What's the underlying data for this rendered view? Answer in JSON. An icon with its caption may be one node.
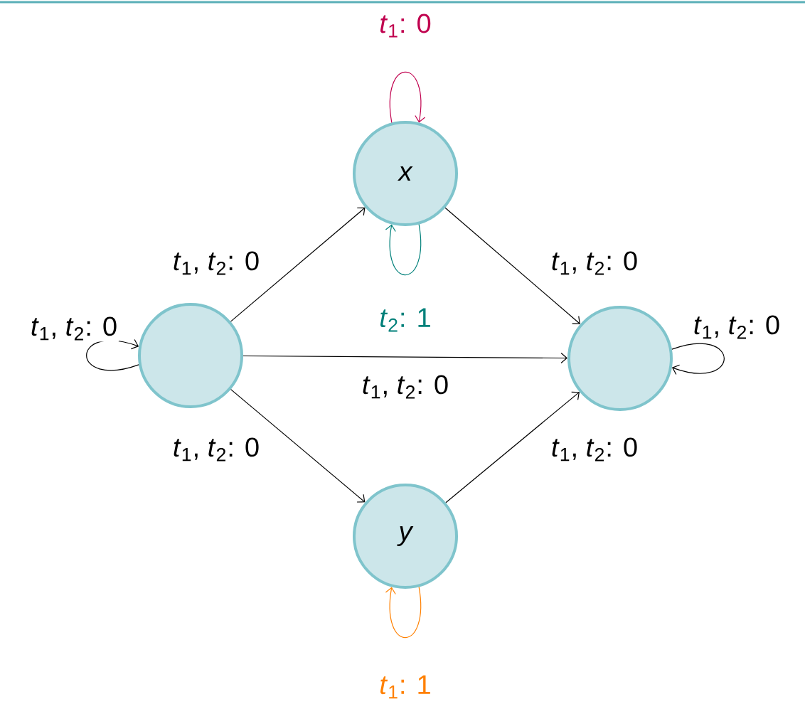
{
  "diagram": {
    "nodes": [
      {
        "text": [],
        "shape": "circle"
      },
      {
        "text": [
          "x"
        ]
      },
      {
        "text": [
          "y"
        ]
      },
      {
        "text": [],
        "shape": "circle"
      }
    ],
    "edges": [
      {
        "from": 1,
        "to": 1,
        "arrow": "to",
        "label": "*t*$_{1}$: 0",
        "color": "#c0004e"
      },
      {
        "from": 0,
        "to": 0,
        "arrow": "to",
        "label": "*t*$_{1}$, *t*$_{2}$: 0"
      },
      {
        "from": 0,
        "to": 1,
        "arrow": "to",
        "label": "*t*$_{1}$, *t*$_{2}$: 0"
      },
      {
        "from": 1,
        "to": 1,
        "arrow": "to",
        "label": "*t*$_{2}$: 1",
        "color": "#00807a"
      },
      {
        "from": 1,
        "to": 3,
        "arrow": "to",
        "label": "*t*$_{1}$, *t*$_{2}$: 0"
      },
      {
        "from": 3,
        "to": 3,
        "arrow": "to",
        "label": "*t*$_{1}$, *t*$_{2}$: 0"
      },
      {
        "from": 0,
        "to": 3,
        "arrow": "to",
        "label": "*t*$_{1}$, *t*$_{2}$: 0"
      },
      {
        "from": 0,
        "to": 2,
        "arrow": "to",
        "label": "*t*$_{1}$, *t*$_{2}$: 0"
      },
      {
        "from": 2,
        "to": 3,
        "arrow": "to",
        "label": "*t*$_{1}$, *t*$_{2}$: 0"
      },
      {
        "from": 2,
        "to": 2,
        "arrow": "to",
        "label": "*t*$_{1}$: 1",
        "color": "#ff8000"
      }
    ]
  }
}
